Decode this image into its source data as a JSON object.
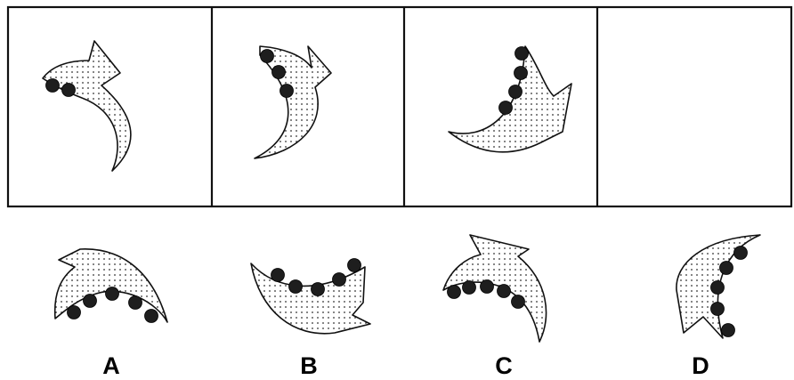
{
  "options": [
    {
      "label": "A"
    },
    {
      "label": "B"
    },
    {
      "label": "C"
    },
    {
      "label": "D"
    }
  ],
  "colors": {
    "ink": "#111111",
    "ball": "#1e1e1e",
    "background": "#ffffff"
  },
  "sequence": [
    {
      "panel": 1,
      "balls": 2
    },
    {
      "panel": 2,
      "balls": 3
    },
    {
      "panel": 3,
      "balls": 4
    },
    {
      "panel": 4,
      "balls": 0
    }
  ],
  "option_balls": {
    "A": 5,
    "B": 5,
    "C": 5,
    "D": 5
  }
}
